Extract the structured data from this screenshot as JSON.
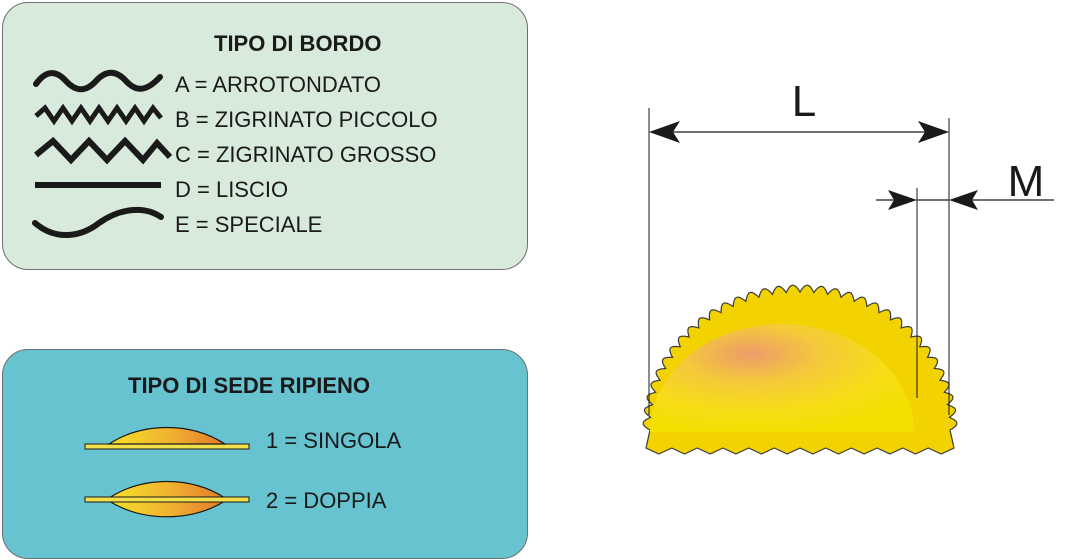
{
  "edge_type": {
    "title": "TIPO DI BORDO",
    "items": [
      {
        "label": "A = ARROTONDATO",
        "icon": "rounded-wave-icon"
      },
      {
        "label": "B = ZIGRINATO PICCOLO",
        "icon": "small-zigzag-icon"
      },
      {
        "label": "C = ZIGRINATO GROSSO",
        "icon": "large-zigzag-icon"
      },
      {
        "label": "D = LISCIO",
        "icon": "straight-line-icon"
      },
      {
        "label": "E = SPECIALE",
        "icon": "s-curve-icon"
      }
    ]
  },
  "filling_type": {
    "title": "TIPO DI SEDE RIPIENO",
    "items": [
      {
        "label": "1 = SINGOLA",
        "icon": "single-filling-icon"
      },
      {
        "label": "2 = DOPPIA",
        "icon": "double-filling-icon"
      }
    ]
  },
  "dimension_diagram": {
    "label_length": "L",
    "label_margin": "M"
  },
  "colors": {
    "edge_panel_bg": "#d8eadb",
    "filling_panel_bg": "#66c3cf",
    "pasta_yellow": "#f5d90a",
    "pasta_orange": "#e89a3a",
    "line_dark": "#1a1a1a"
  }
}
